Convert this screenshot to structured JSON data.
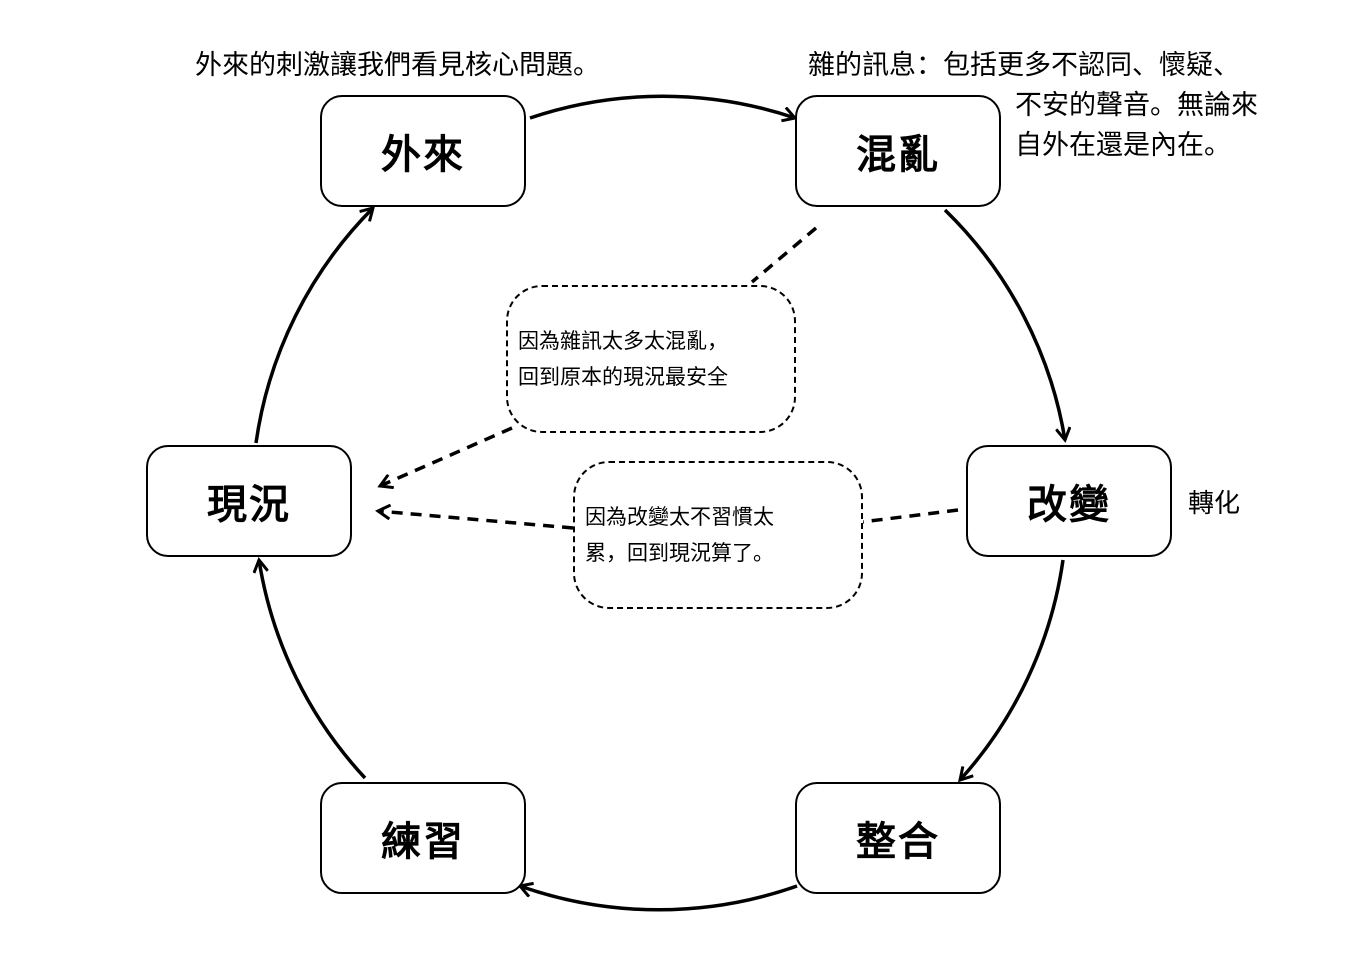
{
  "nodes": {
    "external": "外來",
    "chaos": "混亂",
    "change": "改變",
    "integrate": "整合",
    "practice": "練習",
    "status_quo": "現況"
  },
  "notes": {
    "external_note": "外來的刺激讓我們看見核心問題。",
    "chaos_note_lines": [
      "雜的訊息：包括更多不認同、懷疑、",
      "不安的聲音。無論來",
      "自外在還是內在。"
    ],
    "change_side_label": "轉化"
  },
  "callouts": {
    "chaos_return_lines": [
      "因為雜訊太多太混亂，",
      "回到原本的現況最安全"
    ],
    "change_return_lines": [
      "因為改變太不習慣太",
      "累，回到現況算了。"
    ]
  },
  "colors": {
    "stroke": "#000000",
    "background": "#ffffff"
  }
}
